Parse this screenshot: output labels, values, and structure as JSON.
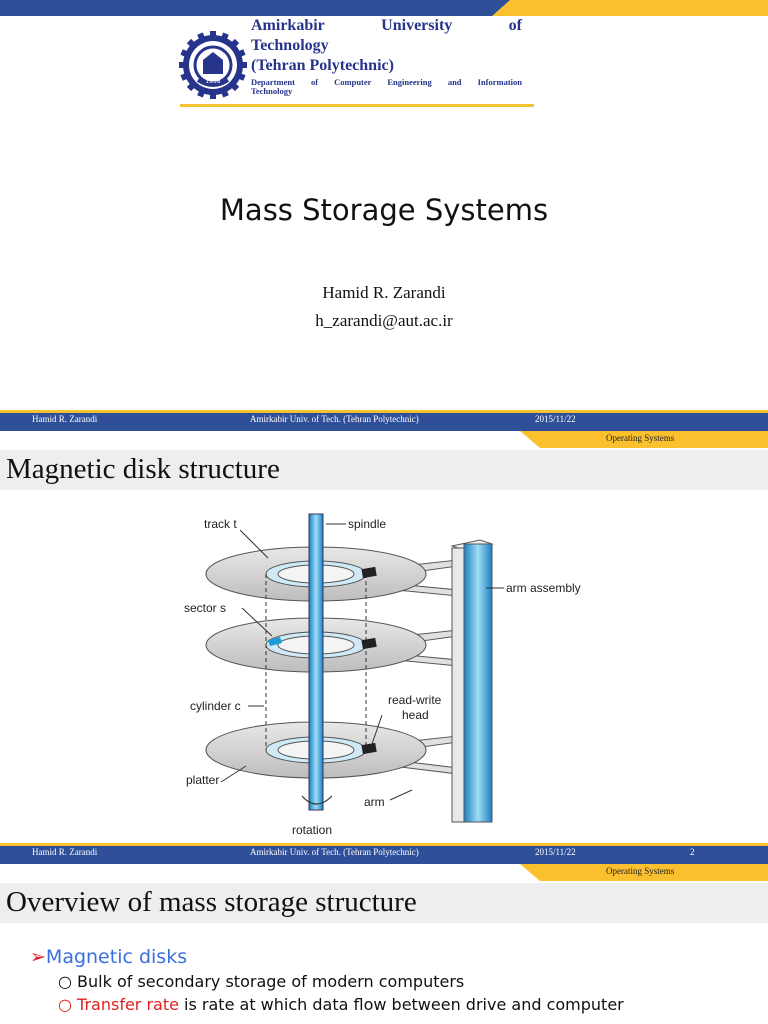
{
  "slide1": {
    "university": {
      "line1_words": [
        "Amirkabir",
        "University",
        "of"
      ],
      "line2": "Technology",
      "line3": "(Tehran Polytechnic)",
      "dept_line1": "Department of Computer Engineering and Information",
      "dept_line2": "Technology",
      "logo_year": "1958"
    },
    "title": "Mass Storage Systems",
    "author": "Hamid R. Zarandi",
    "email": "h_zarandi@aut.ac.ir"
  },
  "footer1": {
    "author": "Hamid R. Zarandi",
    "institution": "Amirkabir Univ. of Tech. (Tehran Polytechnic)",
    "date": "2015/11/22",
    "page": "",
    "course": "Operating Systems"
  },
  "slide2": {
    "heading": "Magnetic disk structure",
    "labels": {
      "track": "track t",
      "spindle": "spindle",
      "arm_assembly": "arm assembly",
      "sector": "sector s",
      "cylinder": "cylinder c",
      "read_write": "read-write",
      "head": "head",
      "platter": "platter",
      "arm": "arm",
      "rotation": "rotation"
    }
  },
  "footer2": {
    "author": "Hamid R. Zarandi",
    "institution": "Amirkabir Univ. of Tech. (Tehran Polytechnic)",
    "date": "2015/11/22",
    "page": "2",
    "course": "Operating Systems"
  },
  "slide3": {
    "heading": "Overview of mass storage structure",
    "bullet": "Magnetic disks",
    "sub1": "Bulk of secondary storage of modern computers",
    "sub2_red": "Transfer rate",
    "sub2_rest": " is rate at which data flow between drive and computer"
  },
  "colors": {
    "blue": "#2f4f99",
    "gold": "#fbc02d",
    "accent_blue": "#3a6fe0",
    "red": "#e02020"
  }
}
